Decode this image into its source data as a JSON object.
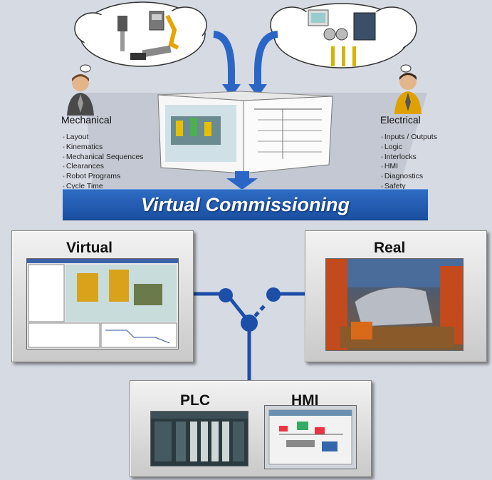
{
  "mechanical": {
    "title": "Mechanical",
    "items": [
      "Layout",
      "Kinematics",
      "Mechanical Sequences",
      "Clearances",
      "Robot Programs",
      "Cycle Time"
    ]
  },
  "electrical": {
    "title": "Electrical",
    "items": [
      "Inputs / Outputs",
      "Logic",
      "Interlocks",
      "HMI",
      "Diagnostics",
      "Safety"
    ]
  },
  "banner": {
    "title": "Virtual Commissioning"
  },
  "panels": {
    "virtual": "Virtual",
    "real": "Real",
    "plc": "PLC",
    "hmi": "HMI"
  },
  "colors": {
    "banner": "#1f58ad",
    "connector": "#1d4ea8",
    "background": "#d6dae3"
  }
}
